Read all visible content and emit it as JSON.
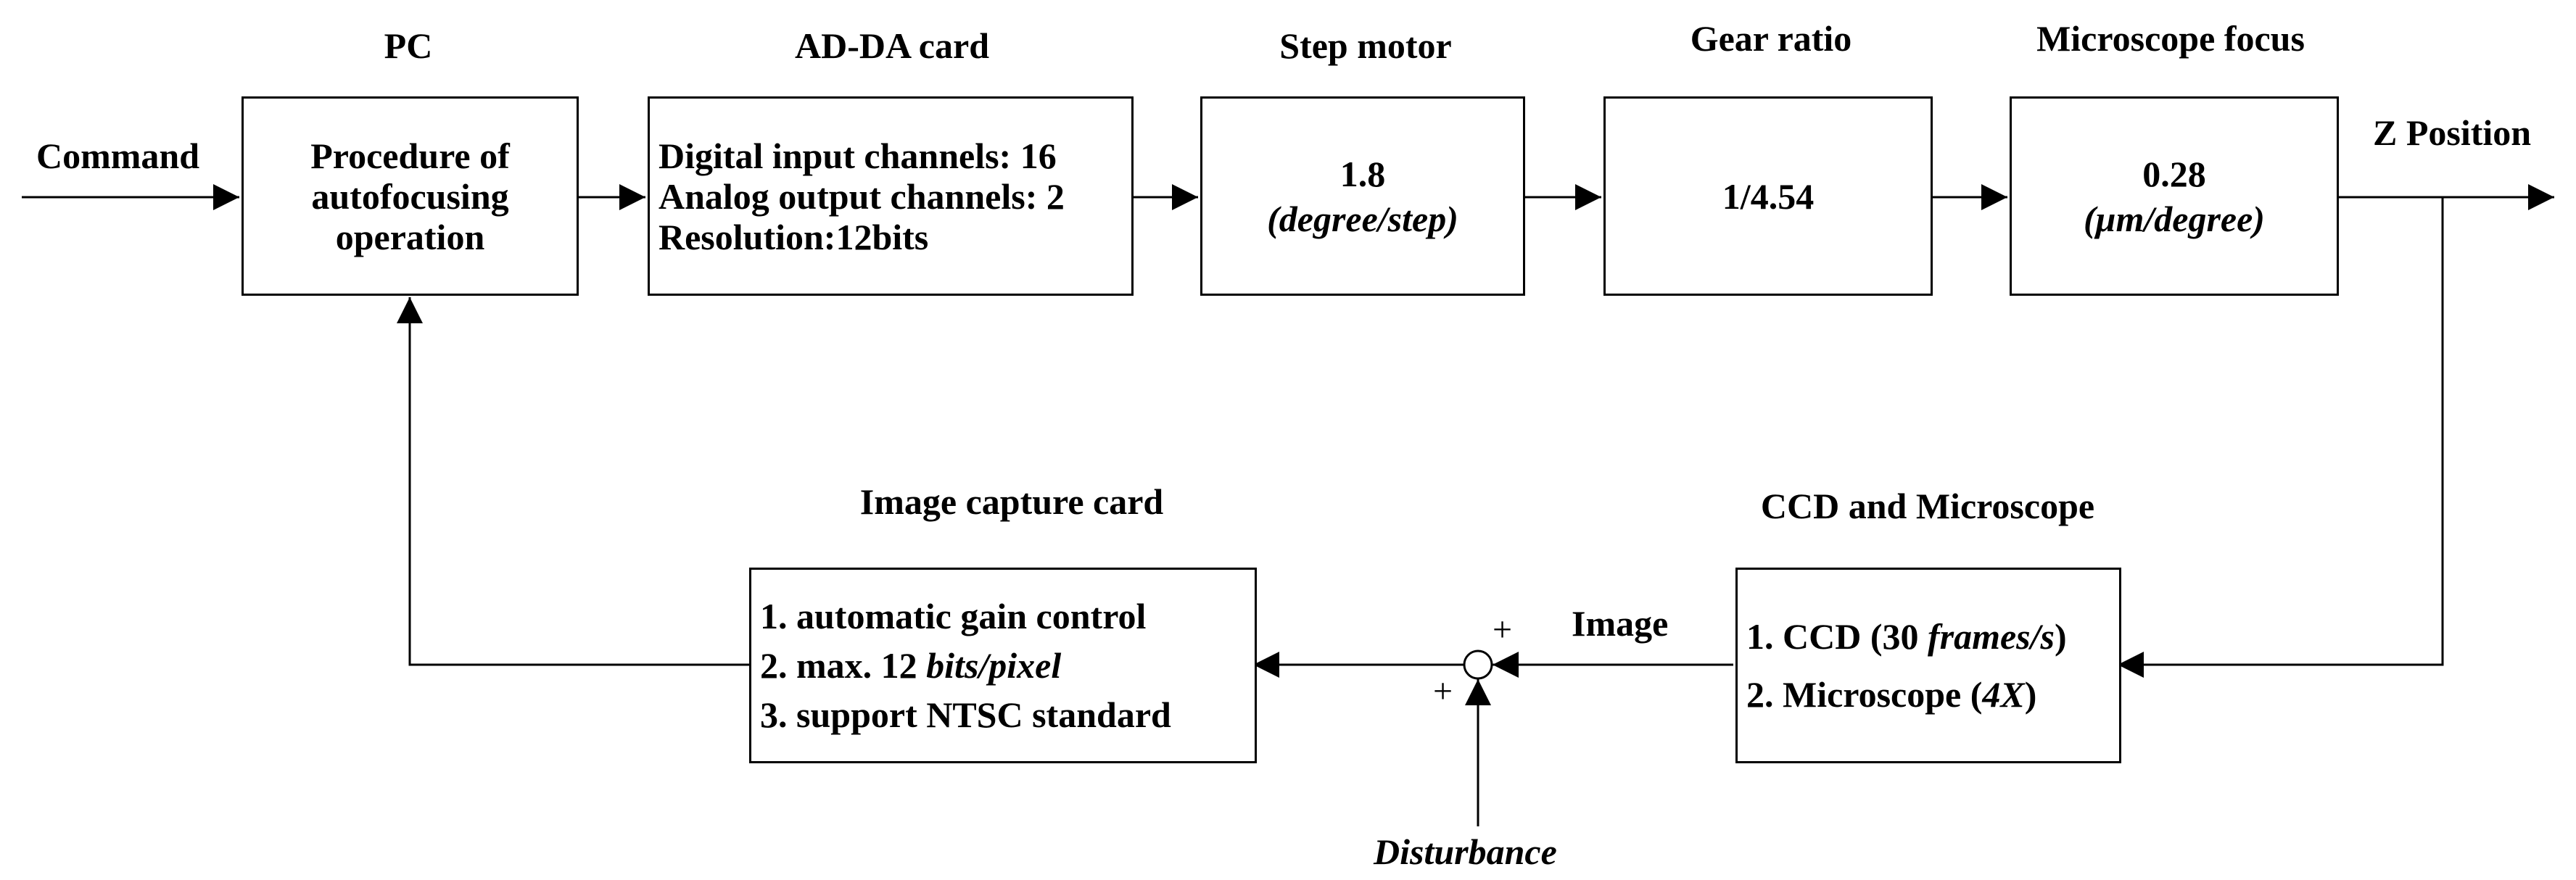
{
  "signals": {
    "command": "Command",
    "z_position": "Z Position",
    "image": "Image",
    "disturbance": "Disturbance",
    "plus_top": "+",
    "plus_bottom": "+"
  },
  "blocks": {
    "pc": {
      "title": "PC",
      "lines": [
        "Procedure of",
        "autofocusing",
        "operation"
      ]
    },
    "adda": {
      "title": "AD-DA card",
      "lines": [
        "Digital input channels: 16",
        "Analog output channels: 2",
        "Resolution:12bits"
      ]
    },
    "motor": {
      "title": "Step motor",
      "value": "1.8",
      "unit": "(degree/step)"
    },
    "gear": {
      "title": "Gear ratio",
      "value": "1/4.54"
    },
    "focus": {
      "title": "Microscope focus",
      "value": "0.28",
      "unit": "(μm/degree)"
    },
    "ccd": {
      "title": "CCD and Microscope",
      "l1_pre": "1. CCD (30 ",
      "l1_it": "frames/s",
      "l1_post": ")",
      "l2_pre": "2. Microscope (",
      "l2_it": "4X",
      "l2_post": ")"
    },
    "capture": {
      "title": "Image capture card",
      "l1": "1. automatic gain control",
      "l2_pre": "2. max. 12 ",
      "l2_it": "bits/pixel",
      "l3": "3. support NTSC standard"
    }
  }
}
